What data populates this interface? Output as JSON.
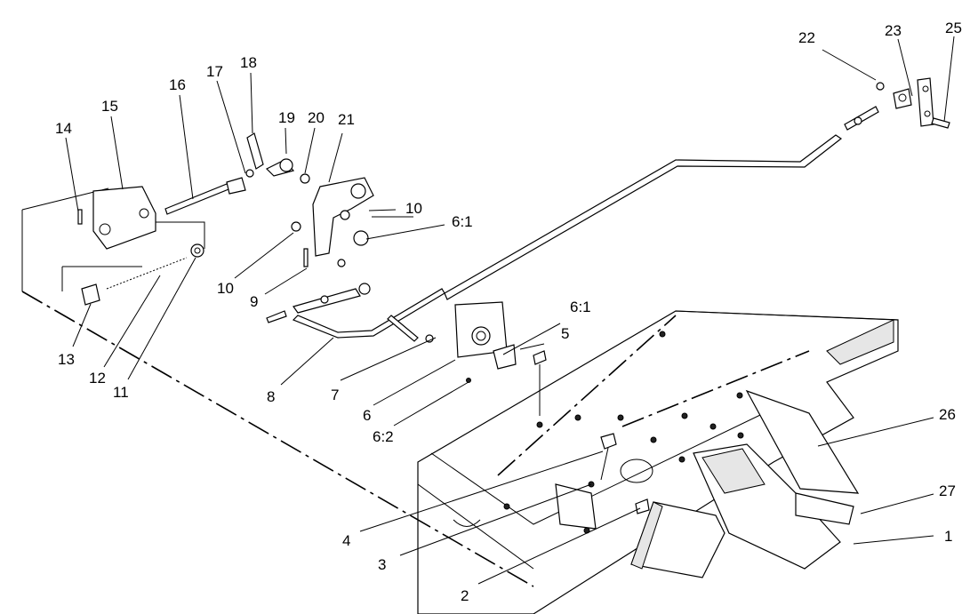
{
  "callouts": [
    {
      "id": "c1",
      "label": "1"
    },
    {
      "id": "c2",
      "label": "2"
    },
    {
      "id": "c3",
      "label": "3"
    },
    {
      "id": "c4",
      "label": "4"
    },
    {
      "id": "c5",
      "label": "5"
    },
    {
      "id": "c6",
      "label": "6"
    },
    {
      "id": "c6_1a",
      "label": "6:1"
    },
    {
      "id": "c6_1b",
      "label": "6:1"
    },
    {
      "id": "c6_2",
      "label": "6:2"
    },
    {
      "id": "c7",
      "label": "7"
    },
    {
      "id": "c8",
      "label": "8"
    },
    {
      "id": "c9",
      "label": "9"
    },
    {
      "id": "c10a",
      "label": "10"
    },
    {
      "id": "c10b",
      "label": "10"
    },
    {
      "id": "c11",
      "label": "11"
    },
    {
      "id": "c12",
      "label": "12"
    },
    {
      "id": "c13",
      "label": "13"
    },
    {
      "id": "c14",
      "label": "14"
    },
    {
      "id": "c15",
      "label": "15"
    },
    {
      "id": "c16",
      "label": "16"
    },
    {
      "id": "c17",
      "label": "17"
    },
    {
      "id": "c18",
      "label": "18"
    },
    {
      "id": "c19",
      "label": "19"
    },
    {
      "id": "c20",
      "label": "20"
    },
    {
      "id": "c21",
      "label": "21"
    },
    {
      "id": "c22",
      "label": "22"
    },
    {
      "id": "c23",
      "label": "23"
    },
    {
      "id": "c25",
      "label": "25"
    },
    {
      "id": "c26",
      "label": "26"
    },
    {
      "id": "c27",
      "label": "27"
    }
  ]
}
